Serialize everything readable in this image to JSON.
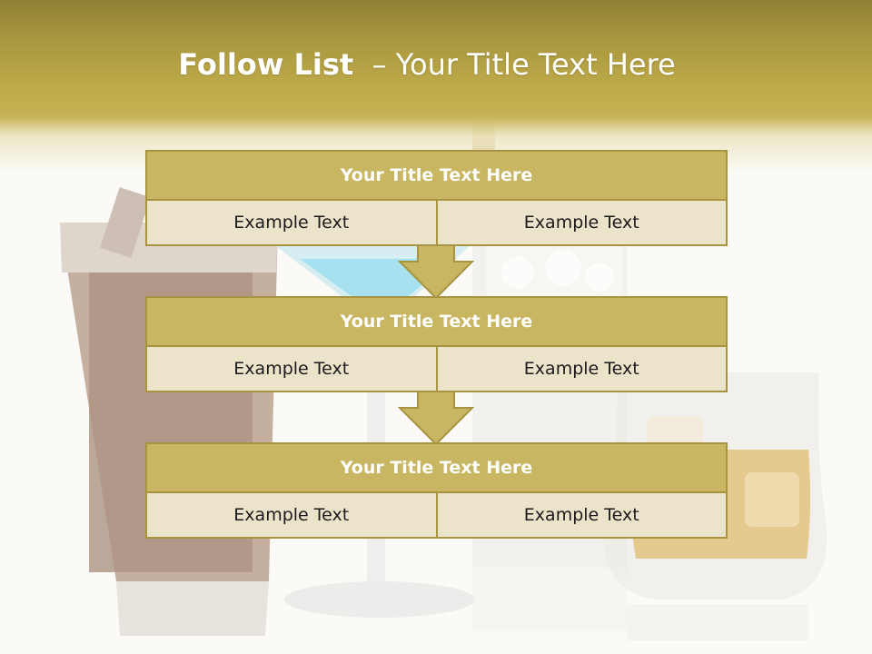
{
  "header": {
    "title_bold": "Follow List",
    "title_rest": "– Your Title Text Here"
  },
  "blocks": [
    {
      "title": "Your Title Text Here",
      "left": "Example Text",
      "right": "Example Text"
    },
    {
      "title": "Your Title Text Here",
      "left": "Example Text",
      "right": "Example Text"
    },
    {
      "title": "Your Title Text Here",
      "left": "Example Text",
      "right": "Example Text"
    }
  ],
  "colors": {
    "header_band": "#c6b254",
    "block_title_fill": "#c9b662",
    "block_border": "#a89440",
    "cell_fill": "#ebe3ca",
    "arrow_fill": "#c9b662"
  }
}
